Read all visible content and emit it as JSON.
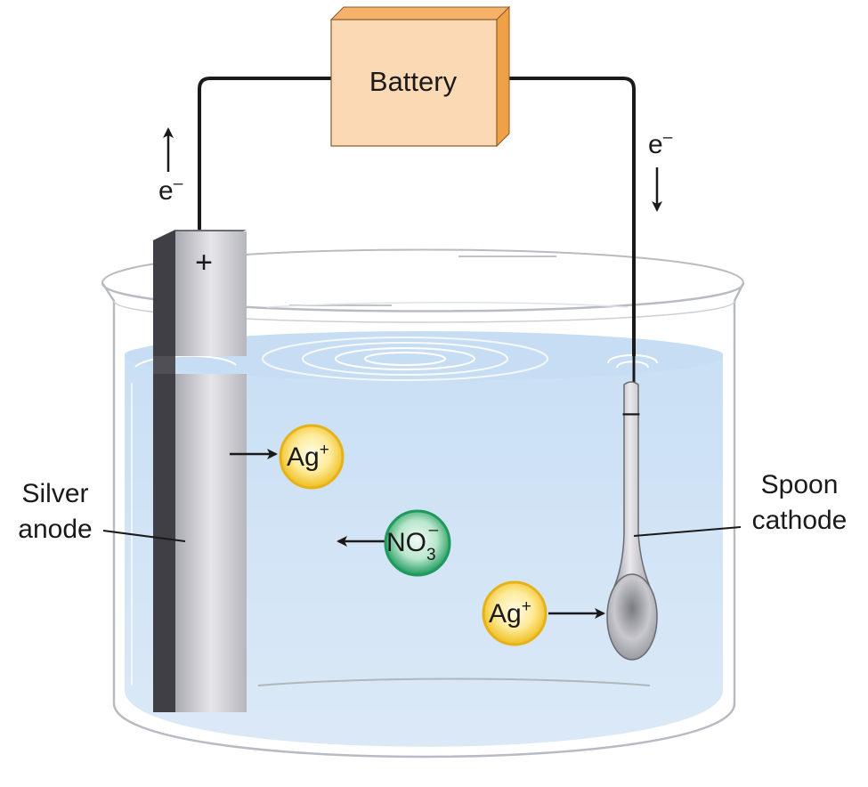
{
  "battery": {
    "label": "Battery"
  },
  "electrons": {
    "left": {
      "base": "e",
      "sup": "–"
    },
    "right": {
      "base": "e",
      "sup": "–"
    }
  },
  "anode": {
    "sign": "+",
    "label_line1": "Silver",
    "label_line2": "anode"
  },
  "cathode": {
    "sign": "–",
    "label_line1": "Spoon",
    "label_line2": "cathode"
  },
  "ions": {
    "ag_top": {
      "base": "Ag",
      "sup": "+"
    },
    "nitrate": {
      "base": "NO",
      "sub": "3",
      "sup": "–"
    },
    "ag_bottom": {
      "base": "Ag",
      "sup": "+"
    }
  },
  "colors": {
    "ag_ion": "#f3c72c",
    "nitrate_ion": "#1e9a5c",
    "battery_face": "#fbd9b4",
    "battery_side": "#f0a045",
    "solution": "#d4e6f6",
    "wire": "#1a1a1a"
  }
}
